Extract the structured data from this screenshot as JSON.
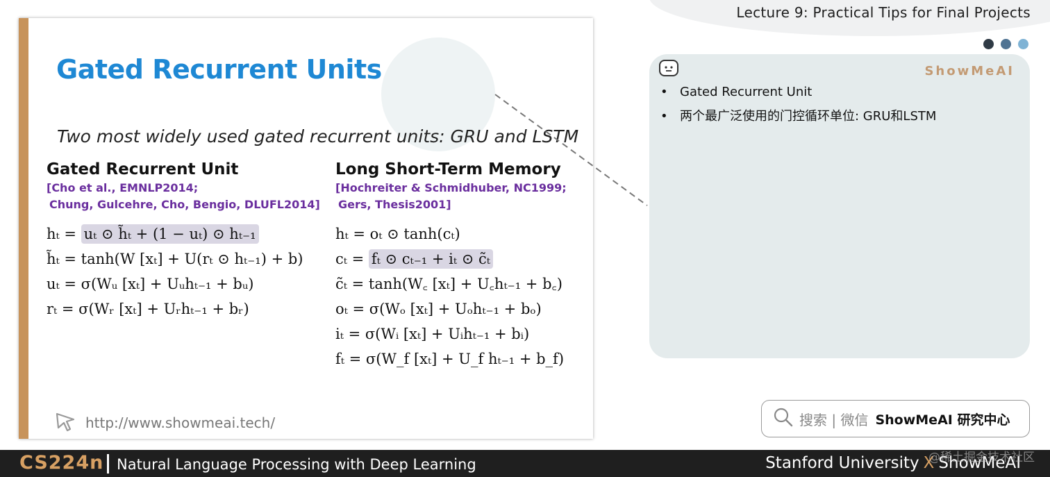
{
  "header": {
    "lecture_title": "Lecture 9: Practical Tips for Final Projects",
    "dot_colors": [
      "#2f3a45",
      "#4f7393",
      "#7fb3d5"
    ]
  },
  "slide": {
    "title": "Gated Recurrent Units",
    "subtitle": "Two most widely used gated recurrent units: GRU and LSTM",
    "gru": {
      "title": "Gated Recurrent Unit",
      "refs": [
        "[Cho et al., EMNLP2014;",
        "Chung, Gulcehre, Cho, Bengio, DLUFL2014]"
      ],
      "eq_highlight_lhs": "hₜ = ",
      "eq_highlight": "uₜ ⊙ h̃ₜ + (1 − uₜ) ⊙ hₜ₋₁",
      "equations": [
        "h̃ₜ = tanh(W [xₜ] + U(rₜ ⊙ hₜ₋₁) + b)",
        "uₜ = σ(Wᵤ [xₜ] + Uᵤhₜ₋₁ + bᵤ)",
        "rₜ = σ(Wᵣ [xₜ] + Uᵣhₜ₋₁ + bᵣ)"
      ]
    },
    "lstm": {
      "title": "Long Short-Term Memory",
      "refs": [
        "[Hochreiter & Schmidhuber, NC1999;",
        "Gers, Thesis2001]"
      ],
      "eq_first": "hₜ = oₜ ⊙ tanh(cₜ)",
      "eq_highlight_lhs": "cₜ = ",
      "eq_highlight": "fₜ ⊙ cₜ₋₁ + iₜ ⊙ c̃ₜ",
      "equations": [
        "c̃ₜ = tanh(W꜀ [xₜ] + U꜀hₜ₋₁ + b꜀)",
        "oₜ = σ(Wₒ [xₜ] + Uₒhₜ₋₁ + bₒ)",
        "iₜ = σ(Wᵢ [xₜ] + Uᵢhₜ₋₁ + bᵢ)",
        "fₜ = σ(W_f [xₜ] + U_f hₜ₋₁ + b_f)"
      ]
    },
    "footer_url": "http://www.showmeai.tech/",
    "accent_color": "#c7935b",
    "title_color": "#1e88d4",
    "ref_color": "#6a2e9e"
  },
  "notes": {
    "brand": "ShowMeAI",
    "items": [
      "Gated Recurrent Unit",
      "两个最广泛使用的门控循环单位: GRU和LSTM"
    ]
  },
  "search": {
    "hint": "搜索 | 微信",
    "brand": "ShowMeAI 研究中心"
  },
  "bottom": {
    "course_code": "CS224n",
    "course_name": "Natural Language Processing with Deep Learning",
    "university": "Stanford University",
    "x": "X",
    "brand": "ShowMeAI",
    "watermark": "@稀土掘金技术社区"
  }
}
